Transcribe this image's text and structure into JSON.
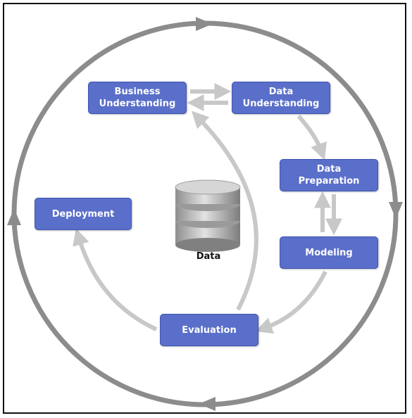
{
  "colors": {
    "stage_fill": "#5a6fc9",
    "outer_cycle": "#8c8c8c",
    "inner_arrows": "#c8c8c8"
  },
  "stages": {
    "business": {
      "line1": "Business",
      "line2": "Understanding"
    },
    "data_understanding": {
      "line1": "Data",
      "line2": "Understanding"
    },
    "data_preparation": {
      "line1": "Data",
      "line2": "Preparation"
    },
    "modeling": {
      "line1": "Modeling"
    },
    "evaluation": {
      "line1": "Evaluation"
    },
    "deployment": {
      "line1": "Deployment"
    }
  },
  "center": {
    "label": "Data",
    "icon": "database-icon"
  }
}
